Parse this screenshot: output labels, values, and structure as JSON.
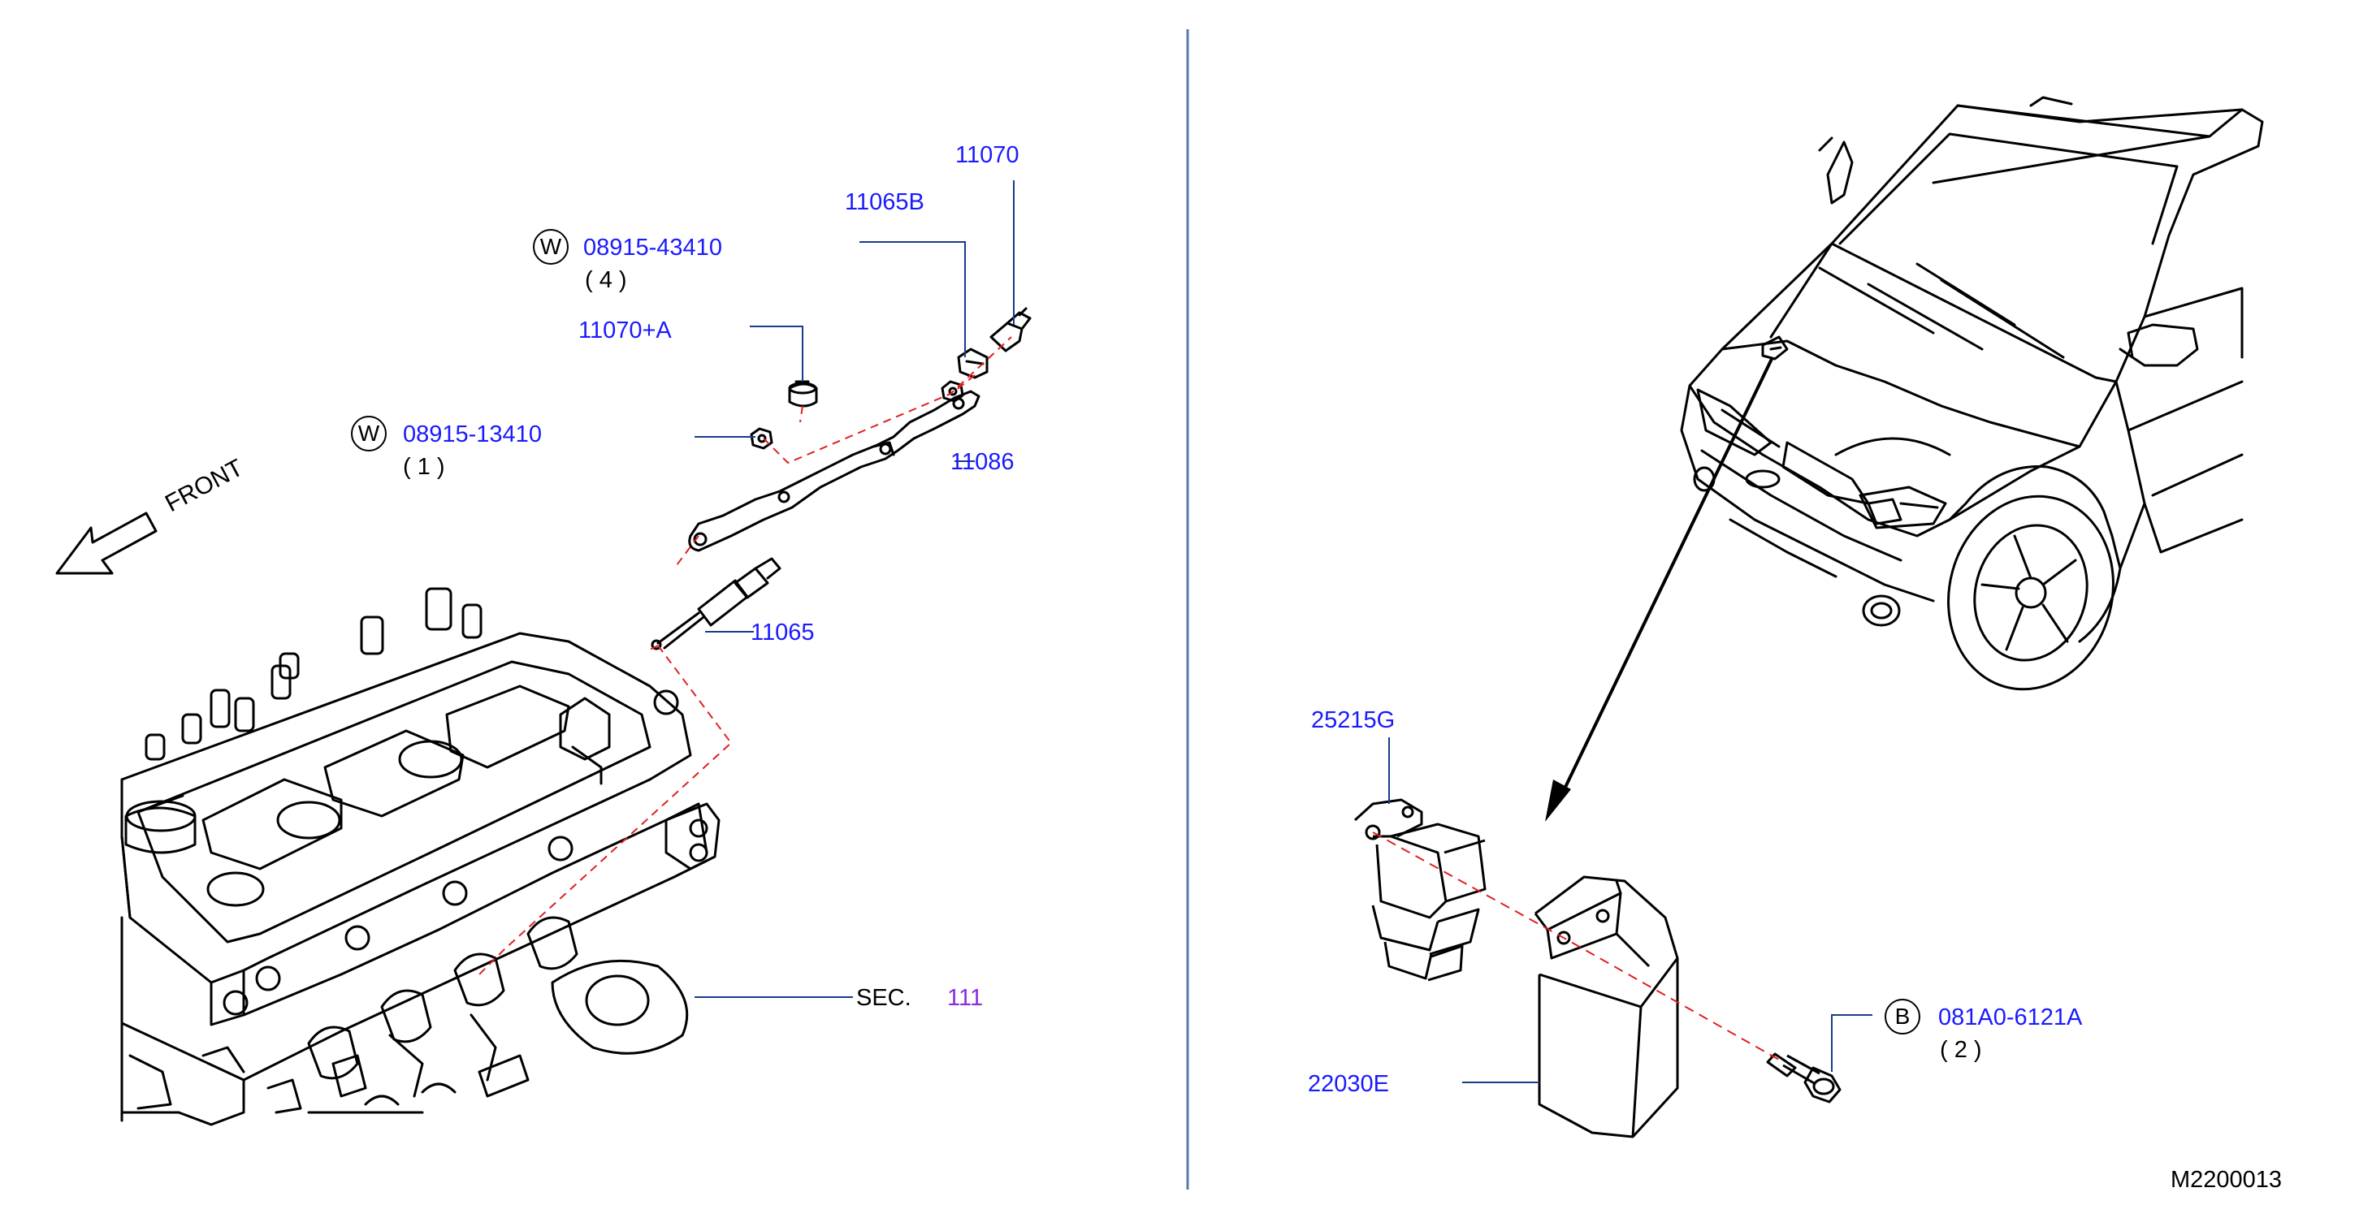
{
  "colors": {
    "part_number": "#1a1aff",
    "section_number": "#8a2be2",
    "leader_line": "#1a3a8a",
    "assembly_line": "#e02020",
    "line_art": "#000000",
    "divider": "#5a7aa8"
  },
  "left_panel": {
    "direction_label": "FRONT",
    "parts": [
      {
        "part_number": "11070"
      },
      {
        "part_number": "11065B"
      },
      {
        "part_number": "08915-43410",
        "symbol": "W",
        "quantity": "( 4 )"
      },
      {
        "part_number": "11070+A"
      },
      {
        "part_number": "08915-13410",
        "symbol": "W",
        "quantity": "( 1 )"
      },
      {
        "part_number": "11086"
      },
      {
        "part_number": "11065"
      }
    ],
    "section_ref": {
      "prefix": "SEC.",
      "number": "111"
    }
  },
  "right_panel": {
    "parts": [
      {
        "part_number": "25215G"
      },
      {
        "part_number": "22030E"
      },
      {
        "part_number": "081A0-6121A",
        "symbol": "B",
        "quantity": "( 2 )"
      }
    ]
  },
  "diagram_code": "M2200013"
}
